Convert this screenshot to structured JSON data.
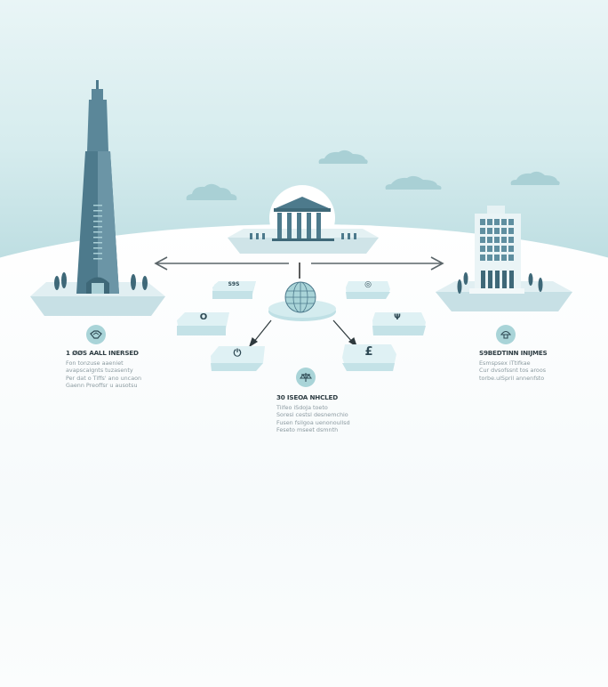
{
  "scene": {
    "colors": {
      "sky_top": "#e9f5f6",
      "sky_bottom": "#bcdde1",
      "cloud": "#a9d0d5",
      "building_dark": "#4d7a8c",
      "building_mid": "#6b95a6",
      "platform": "#d8ecef",
      "tile": "#d9eef1",
      "arrow": "#555e62",
      "text_dark": "#2f3e44",
      "text_muted": "#8b9aa0"
    }
  },
  "nodes": {
    "left": {
      "label": "tower",
      "icon": "scale-icon"
    },
    "top": {
      "label": "government-building",
      "icon": "columns-icon"
    },
    "right": {
      "label": "office-building",
      "icon": "office-icon"
    },
    "center": {
      "label": "globe",
      "icon": "globe-icon"
    }
  },
  "tiles": [
    {
      "glyph": "S9S",
      "icon": "dollar-icon"
    },
    {
      "glyph": "O",
      "icon": "circle-icon"
    },
    {
      "glyph": "⏻",
      "icon": "power-icon"
    },
    {
      "glyph": "◎",
      "icon": "coin-icon"
    },
    {
      "glyph": "Ψ",
      "icon": "symbol-icon"
    },
    {
      "glyph": "£",
      "icon": "pound-icon"
    }
  ],
  "captions": {
    "left": {
      "title": "1 ØØS AALL INERSED",
      "lines": [
        "Fon tonzuse aaeniet",
        "avapscalgnts tuzasenty",
        "Per dat o Tiffs' ano uncaon",
        "Gaenn Preoffsr u ausotsu"
      ]
    },
    "center": {
      "title": "30 ISEOA NHCLED",
      "lines": [
        "Tiifeo iSdoJa toeto",
        "Soresi cestsl desnemchio",
        "Fusen fsilgoa uenonoullsd",
        "Feseto mseet dsmnth"
      ]
    },
    "right": {
      "title": "S9BEDTINN INIJMES",
      "lines": [
        "Esmspsex iTtifkae",
        "Cur dvsofssnt tos aroos",
        "torbe.ulSpril annenfsto"
      ]
    }
  }
}
